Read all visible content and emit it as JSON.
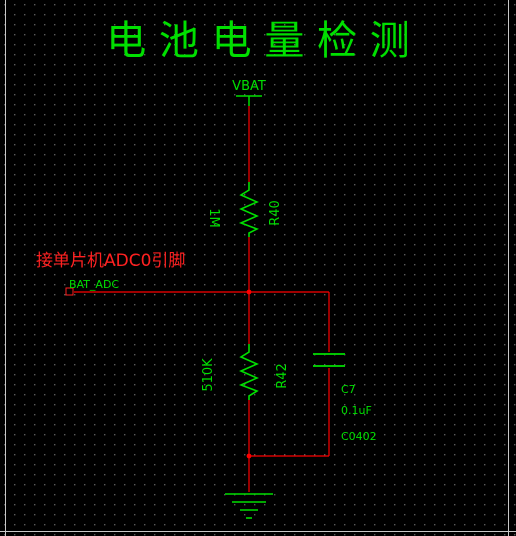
{
  "title": "电 池 电 量 检 测",
  "net_labels": {
    "vbat": "VBAT",
    "bat_adc": "BAT_ADC"
  },
  "annotation": "接单片机ADC0引脚",
  "components": {
    "r40": {
      "designator": "R40",
      "value": "1M"
    },
    "r42": {
      "designator": "R42",
      "value": "510K"
    },
    "c7": {
      "designator": "C7",
      "value": "0.1uF",
      "package": "C0402"
    }
  },
  "colors": {
    "background": "#000000",
    "grid_dot": "#5a5a5a",
    "wire": "#ff0000",
    "symbol": "#00e000",
    "text": "#00e000",
    "annotation": "#ff2020",
    "junction": "#ff0000"
  }
}
